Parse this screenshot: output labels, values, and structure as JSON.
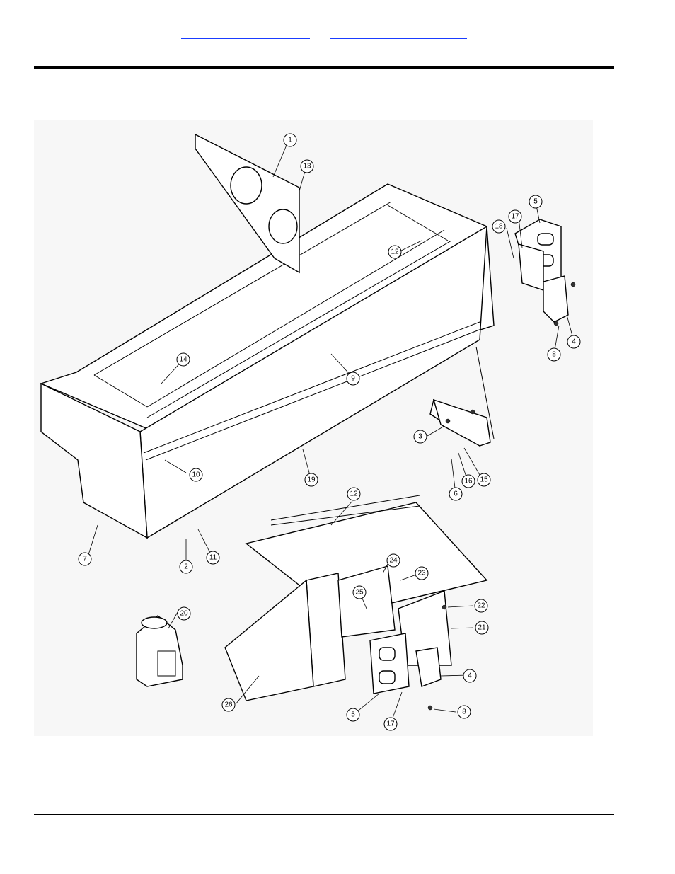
{
  "header": {
    "link_1": "",
    "link_2": ""
  },
  "callouts": [
    "1",
    "13",
    "12",
    "18",
    "17",
    "5",
    "14",
    "9",
    "8",
    "4",
    "3",
    "10",
    "19",
    "6",
    "16",
    "15",
    "7",
    "2",
    "11",
    "12",
    "24",
    "23",
    "25",
    "22",
    "21",
    "20",
    "4",
    "26",
    "5",
    "17",
    "8"
  ]
}
